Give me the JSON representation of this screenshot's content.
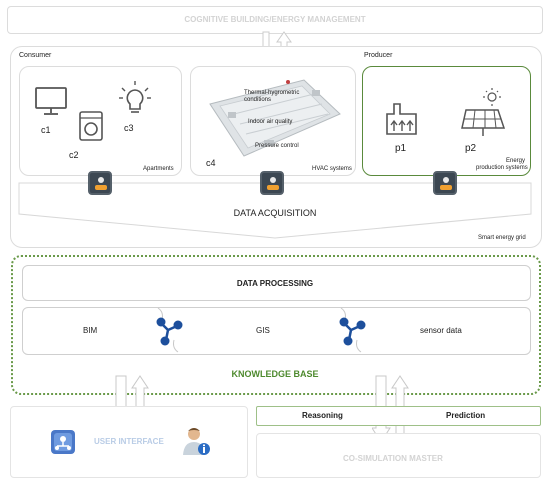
{
  "header": {
    "title": "COGNITIVE BUILDING/ENERGY MANAGEMENT"
  },
  "grid": {
    "consumer_label": "Consumer",
    "producer_label": "Producer",
    "c1": "c1",
    "c2": "c2",
    "c3": "c3",
    "c4": "c4",
    "p1": "p1",
    "p2": "p2",
    "apartments": "Apartments",
    "hvac": "HVAC systems",
    "energy_line1": "Energy",
    "energy_line2": "production systems",
    "hvac_items": [
      "Thermal-hygrometric conditions",
      "Indoor air quality",
      "Pressure control"
    ],
    "data_acquisition": "DATA ACQUISITION",
    "smart_grid": "Smart energy grid"
  },
  "knowledge": {
    "data_processing": "DATA PROCESSING",
    "bim": "BIM",
    "gis": "GIS",
    "sensor_data": "sensor data",
    "title": "KNOWLEDGE BASE"
  },
  "bottom": {
    "user_interface": "USER INTERFACE",
    "reasoning": "Reasoning",
    "prediction": "Prediction",
    "cosim": "CO-SIMULATION MASTER"
  },
  "colors": {
    "accent_green": "#4e8a2e",
    "network_blue": "#1d4f9c"
  }
}
